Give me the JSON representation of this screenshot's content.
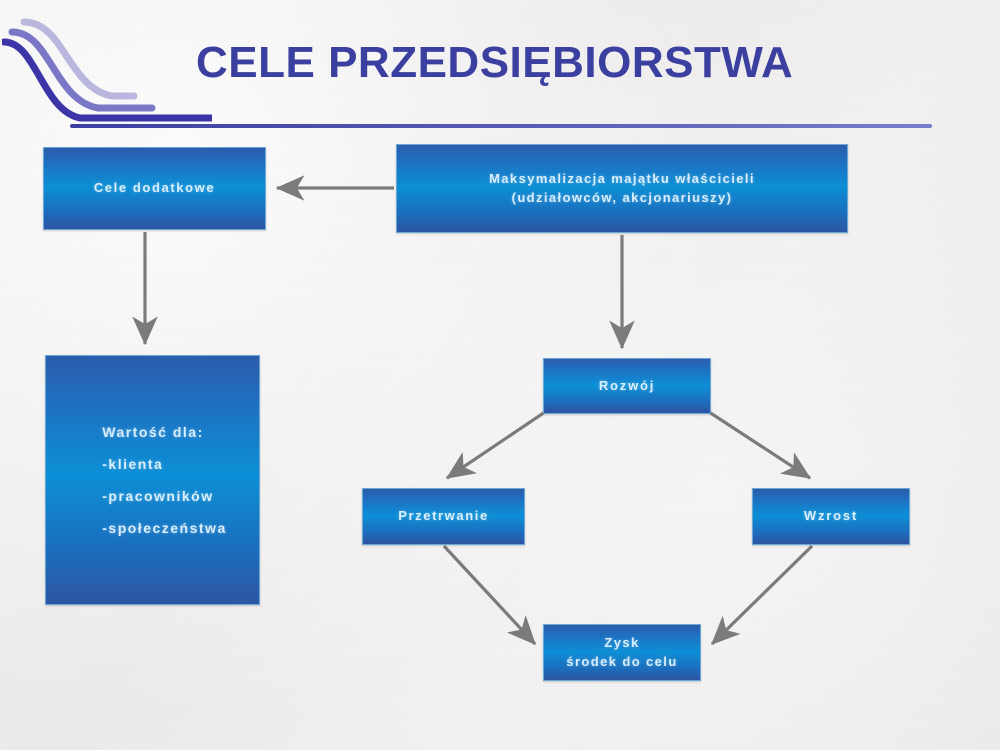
{
  "slide": {
    "title": "CELE PRZEDSIĘBIORSTWA",
    "logo_icon": "swoosh-wave-logo",
    "background_color": "#efeeed",
    "accent_color": "#3b3fa0",
    "node_fill_dark": "#2c5caa",
    "node_fill_bright": "#0c8fd6",
    "arrow_color": "#7b7b7b"
  },
  "nodes": {
    "cele_dodatkowe": {
      "label": "Cele dodatkowe"
    },
    "maksymalizacja": {
      "label": "Maksymalizacja majątku właścicieli\n(udziałowców, akcjonariuszy)"
    },
    "wartosc": {
      "label": "Wartość dla:\n-klienta\n-pracowników\n-społeczeństwa"
    },
    "rozwoj": {
      "label": "Rozwój"
    },
    "przetrwanie": {
      "label": "Przetrwanie"
    },
    "wzrost": {
      "label": "Wzrost"
    },
    "zysk": {
      "label": "Zysk\nśrodek do celu"
    }
  },
  "connectors": [
    {
      "name": "maksymalizacja-to-cele-dodatkowe",
      "from": "maksymalizacja",
      "to": "cele_dodatkowe",
      "direction": "left"
    },
    {
      "name": "cele-dodatkowe-to-wartosc",
      "from": "cele_dodatkowe",
      "to": "wartosc",
      "direction": "down"
    },
    {
      "name": "maksymalizacja-to-rozwoj",
      "from": "maksymalizacja",
      "to": "rozwoj",
      "direction": "down"
    },
    {
      "name": "rozwoj-to-przetrwanie",
      "from": "rozwoj",
      "to": "przetrwanie",
      "direction": "down-left"
    },
    {
      "name": "rozwoj-to-wzrost",
      "from": "rozwoj",
      "to": "wzrost",
      "direction": "down-right"
    },
    {
      "name": "przetrwanie-to-zysk",
      "from": "przetrwanie",
      "to": "zysk",
      "direction": "down-right"
    },
    {
      "name": "wzrost-to-zysk",
      "from": "wzrost",
      "to": "zysk",
      "direction": "down-left"
    }
  ]
}
